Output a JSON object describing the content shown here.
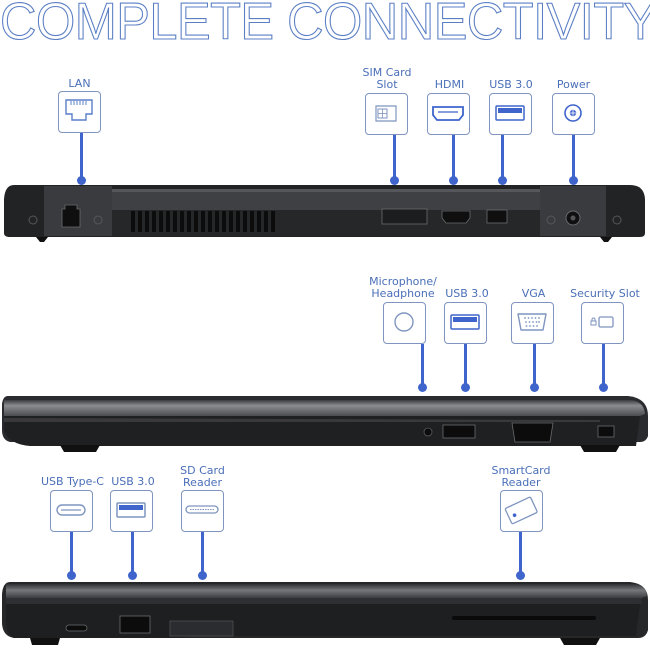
{
  "title": "COMPLETE CONNECTIVITY",
  "colors": {
    "accent_blue": "#3f65cc",
    "label_blue": "#4a6fb8",
    "icon_border": "#7f95c0",
    "title_blue": "#5b7fc4",
    "laptop_body": "#2a2b2d"
  },
  "back_view": {
    "ports": [
      {
        "label": "LAN",
        "icon": "ethernet-port-icon"
      },
      {
        "label_line1": "SIM Card",
        "label_line2": "Slot",
        "icon": "sim-card-icon"
      },
      {
        "label": "HDMI",
        "icon": "hdmi-port-icon"
      },
      {
        "label": "USB 3.0",
        "icon": "usb-port-icon"
      },
      {
        "label": "Power",
        "icon": "power-jack-icon"
      }
    ]
  },
  "right_view": {
    "ports": [
      {
        "label_line1": "Microphone/",
        "label_line2": "Headphone",
        "icon": "audio-jack-icon"
      },
      {
        "label": "USB 3.0",
        "icon": "usb-port-icon"
      },
      {
        "label": "VGA",
        "icon": "vga-port-icon"
      },
      {
        "label": "Security Slot",
        "icon": "security-lock-icon"
      }
    ]
  },
  "left_view": {
    "ports": [
      {
        "label": "USB Type-C",
        "icon": "usb-c-port-icon"
      },
      {
        "label": "USB 3.0",
        "icon": "usb-port-icon"
      },
      {
        "label_line1": "SD Card",
        "label_line2": "Reader",
        "icon": "sd-card-icon"
      },
      {
        "label_line1": "SmartCard",
        "label_line2": "Reader",
        "icon": "smartcard-icon"
      }
    ]
  }
}
